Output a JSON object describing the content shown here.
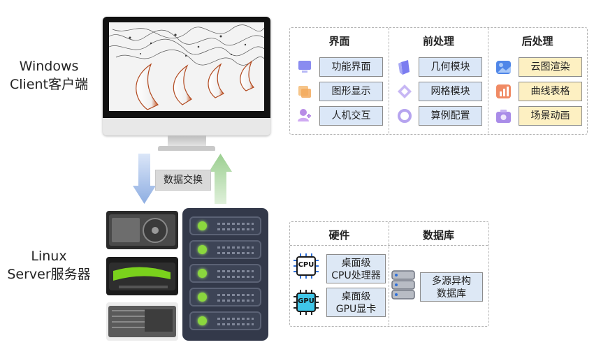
{
  "client": {
    "line1": "Windows",
    "line2": "Client客户端"
  },
  "server": {
    "line1": "Linux",
    "line2": "Server服务器"
  },
  "exchange_label": "数据交换",
  "top_panel": {
    "columns": [
      {
        "title": "界面",
        "items": [
          "功能界面",
          "图形显示",
          "人机交互"
        ]
      },
      {
        "title": "前处理",
        "items": [
          "几何模块",
          "网格模块",
          "算例配置"
        ]
      },
      {
        "title": "后处理",
        "items": [
          "云图渲染",
          "曲线表格",
          "场景动画"
        ]
      }
    ]
  },
  "bottom_panel": {
    "hardware": {
      "title": "硬件",
      "cpu": {
        "chip": "CPU",
        "line1": "桌面级",
        "line2": "CPU处理器"
      },
      "gpu": {
        "chip": "GPU",
        "line1": "桌面级",
        "line2": "GPU显卡"
      }
    },
    "database": {
      "title": "数据库",
      "item": {
        "line1": "多源异构",
        "line2": "数据库"
      }
    }
  },
  "colors": {
    "down_arrow": "#9fb9e6",
    "up_arrow": "#a8d5a0",
    "blue_box": "#dbe7f7",
    "yellow_box": "#fdf0c2",
    "led_green": "#8bd73e",
    "rack": "#33394a"
  }
}
